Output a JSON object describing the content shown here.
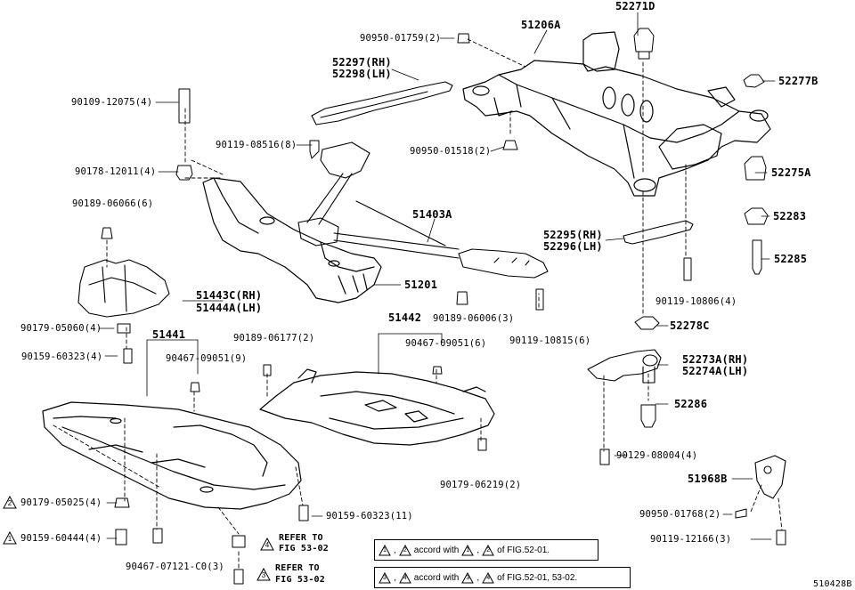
{
  "diagram_id": "510428B",
  "labels": {
    "p90950_01759": "90950-01759(2)",
    "p51206A": "51206A",
    "p52271D": "52271D",
    "p52297": "52297(RH)",
    "p52298": "52298(LH)",
    "p52277B": "52277B",
    "p90109_12075": "90109-12075(4)",
    "p90119_08516": "90119-08516(8)",
    "p90950_01518": "90950-01518(2)",
    "p90178_12011": "90178-12011(4)",
    "p52275A": "52275A",
    "p90189_06066": "90189-06066(6)",
    "p51403A": "51403A",
    "p52283": "52283",
    "p52295": "52295(RH)",
    "p52296": "52296(LH)",
    "p52285": "52285",
    "p51443C": "51443C(RH)",
    "p51444A": "51444A(LH)",
    "p51201": "51201",
    "p90119_10806": "90119-10806(4)",
    "p90189_06006": "90189-06006(3)",
    "p90179_05060": "90179-05060(4)",
    "p51442": "51442",
    "p52278C": "52278C",
    "p51441": "51441",
    "p90189_06177": "90189-06177(2)",
    "p90467_09051_6": "90467-09051(6)",
    "p90119_10815": "90119-10815(6)",
    "p90159_60323_4": "90159-60323(4)",
    "p90467_09051_9": "90467-09051(9)",
    "p52273A": "52273A(RH)",
    "p52274A": "52274A(LH)",
    "p52286": "52286",
    "p90129_08004": "90129-08004(4)",
    "p90179_06219": "90179-06219(2)",
    "p51968B": "51968B",
    "p90179_05025": "90179-05025(4)",
    "p90950_01768": "90950-01768(2)",
    "p90159_60323_11": "90159-60323(11)",
    "p90159_60444": "90159-60444(4)",
    "p90119_12166": "90119-12166(3)",
    "refer_to": "REFER TO",
    "fig_53_02": "FIG 53-02",
    "p90467_07121": "90467-07121-C0(3)"
  },
  "markers": {
    "m1": "1",
    "m2": "2",
    "m3": "3",
    "m4": "4"
  },
  "notes": {
    "note1": {
      "a": "1",
      "b": "2",
      "c": "1",
      "d": "2",
      "accord": "accord with",
      "sep": ",",
      "of": "of FIG.52-01."
    },
    "note2": {
      "a": "3",
      "b": "4",
      "c": "3",
      "d": "4",
      "accord": "accord with",
      "sep": ",",
      "of": "of FIG.52-01, 53-02."
    }
  }
}
